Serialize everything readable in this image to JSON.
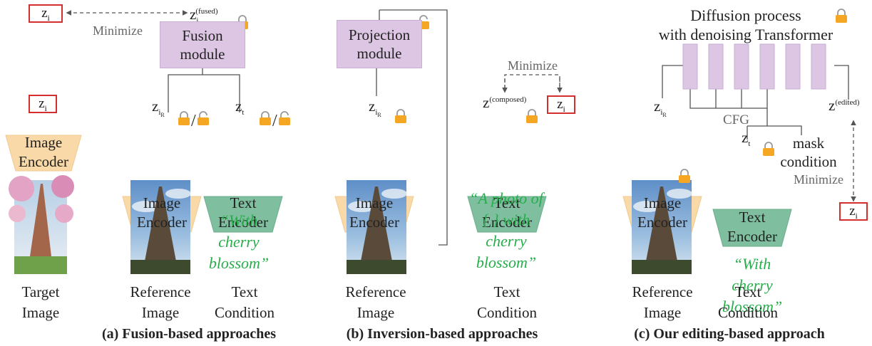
{
  "panel_a": {
    "z_top": "z",
    "z_top_sub": "i",
    "z_fused": "z",
    "z_fused_sub": "i",
    "z_fused_sup": "(fused)",
    "minimize": "Minimize",
    "fusion_line1": "Fusion",
    "fusion_line2": "module",
    "z_target": "z",
    "z_target_sub": "i",
    "z_ref": "z",
    "z_ref_sub": "i",
    "z_ref_subsub": "R",
    "z_text": "z",
    "z_text_sub": "t",
    "slash1": "/",
    "slash2": "/",
    "img_enc1_l1": "Image",
    "img_enc1_l2": "Encoder",
    "img_enc2_l1": "Image",
    "img_enc2_l2": "Encoder",
    "txt_enc_l1": "Text",
    "txt_enc_l2": "Encoder",
    "quote_l1": "“With",
    "quote_l2": "cherry",
    "quote_l3": "blossom”",
    "target_l1": "Target",
    "target_l2": "Image",
    "ref_l1": "Reference",
    "ref_l2": "Image",
    "textcond_l1": "Text",
    "textcond_l2": "Condition",
    "caption": "(a) Fusion-based approaches"
  },
  "panel_b": {
    "proj_l1": "Projection",
    "proj_l2": "module",
    "minimize": "Minimize",
    "z_composed": "z",
    "z_composed_sup": "(composed)",
    "z_box": "z",
    "z_box_sub": "i",
    "z_ref": "z",
    "z_ref_sub": "i",
    "z_ref_subsub": "R",
    "img_enc_l1": "Image",
    "img_enc_l2": "Encoder",
    "txt_enc_l1": "Text",
    "txt_enc_l2": "Encoder",
    "quote_l1": "“A photo of",
    "quote_l2": "{ } with",
    "quote_l3": "cherry",
    "quote_l4": "blossom”",
    "ref_l1": "Reference",
    "ref_l2": "Image",
    "textcond_l1": "Text",
    "textcond_l2": "Condition",
    "caption": "(b) Inversion-based approaches"
  },
  "panel_c": {
    "title_l1": "Diffusion process",
    "title_l2": "with denoising Transformer",
    "z_ref": "z",
    "z_ref_sub": "i",
    "z_ref_subsub": "R",
    "z_edited": "z",
    "z_edited_sup": "(edited)",
    "cfg": "CFG",
    "z_t": "z",
    "z_t_sub": "t",
    "mask_l1": "mask",
    "mask_l2": "condition",
    "minimize": "Minimize",
    "z_box": "z",
    "z_box_sub": "i",
    "img_enc_l1": "Image",
    "img_enc_l2": "Encoder",
    "txt_enc_l1": "Text",
    "txt_enc_l2": "Encoder",
    "quote_l1": "“With",
    "quote_l2": "cherry",
    "quote_l3": "blossom”",
    "ref_l1": "Reference",
    "ref_l2": "Image",
    "textcond_l1": "Text",
    "textcond_l2": "Condition",
    "caption": "(c) Our editing-based approach"
  },
  "colors": {
    "image_encoder": "#f9d9a8",
    "text_encoder": "#7fbf9f",
    "module": "#dcc6e4",
    "quote": "#27ae4b",
    "target_box": "#d32f2f",
    "lock": "#f5a623"
  }
}
